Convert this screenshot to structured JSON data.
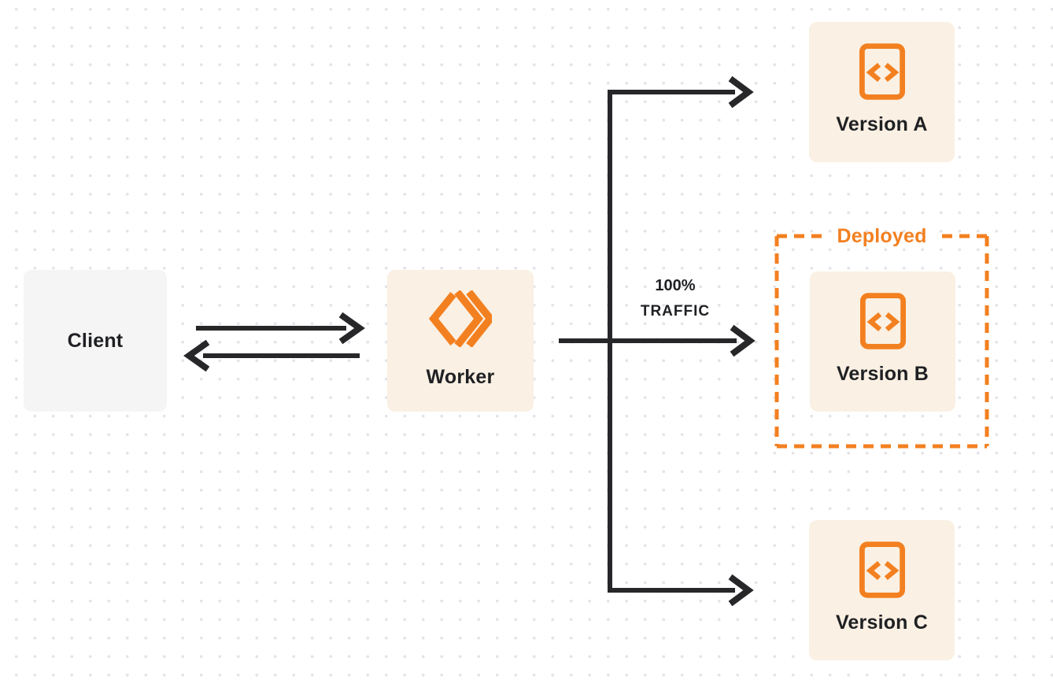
{
  "diagram": {
    "client": {
      "label": "Client"
    },
    "worker": {
      "label": "Worker",
      "icon": "cloudflare-workers-logo-icon"
    },
    "traffic": {
      "line1": "100%",
      "line2": "TRAFFIC"
    },
    "deployed": {
      "label": "Deployed"
    },
    "versions": [
      {
        "label": "Version A",
        "icon": "code-file-icon",
        "deployed": false
      },
      {
        "label": "Version B",
        "icon": "code-file-icon",
        "deployed": true
      },
      {
        "label": "Version C",
        "icon": "code-file-icon",
        "deployed": false
      }
    ],
    "colors": {
      "accent_orange": "#f38020",
      "panel_cream": "#faf0e3",
      "panel_gray": "#f5f5f6",
      "arrow_dark": "#27272a",
      "text_dark": "#1f2023",
      "dot_grid": "#e4e4e8",
      "background": "#ffffff"
    }
  }
}
